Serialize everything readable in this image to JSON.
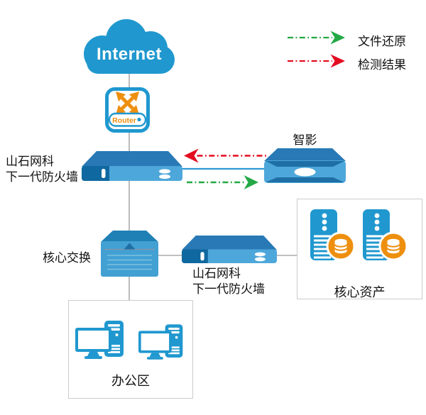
{
  "cloud": {
    "label": "Internet"
  },
  "router": {
    "label": "Router"
  },
  "firewall_perimeter": {
    "label_line1": "山石网科",
    "label_line2": "下一代防火墙"
  },
  "zhiying": {
    "label": "智影"
  },
  "core_switch": {
    "label": "核心交换"
  },
  "firewall_internal": {
    "label_line1": "山石网科",
    "label_line2": "下一代防火墙"
  },
  "core_assets": {
    "label": "核心资产"
  },
  "office": {
    "label": "办公区"
  },
  "legend": {
    "items": [
      {
        "label": "文件还原",
        "arrow_color": "#22A845",
        "style": "dash-dot",
        "direction": "right"
      },
      {
        "label": "检测结果",
        "arrow_color": "#E30D20",
        "style": "dash-dot",
        "direction": "right"
      }
    ]
  },
  "colors": {
    "icon_blue": "#2098CF",
    "device_top": "#2879B5",
    "device_front": "#4EA7DA",
    "device_dark": "#0F689F",
    "bevel_dark": "#1E6FA5",
    "switch_top": "#1F80B6",
    "switch_front": "#42A0D3",
    "vent_blue": "#7CC0E2",
    "accent_orange": "#EE8F0E",
    "arrow_green": "#22A845",
    "arrow_red": "#E30D20",
    "link_blue": "#2E9AD6",
    "line_gray": "#ABABAB",
    "box_border": "#CBCBCB",
    "text_color": "#111111"
  }
}
